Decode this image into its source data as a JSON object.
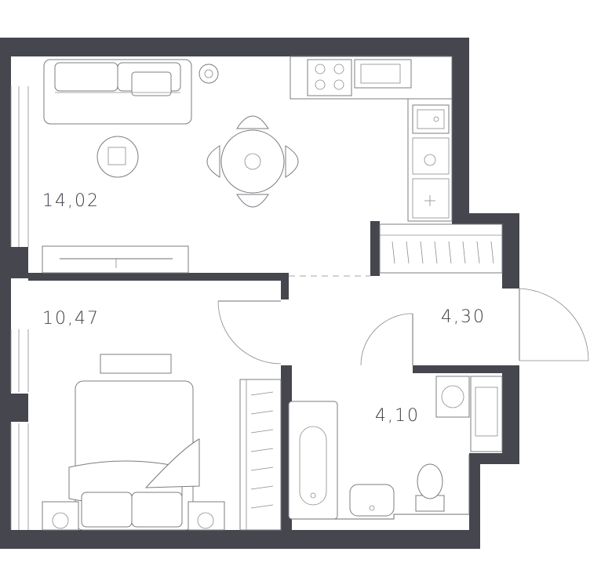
{
  "rooms": [
    {
      "id": "living-kitchen",
      "area": "14,02"
    },
    {
      "id": "bedroom",
      "area": "10,47"
    },
    {
      "id": "hallway",
      "area": "4,30"
    },
    {
      "id": "bathroom",
      "area": "4,10"
    }
  ],
  "colors": {
    "wall": "#45464e",
    "line": "#6e6f76"
  },
  "icons": [
    "sofa-icon",
    "armchair-icon",
    "dining-table-icon",
    "stove-icon",
    "microwave-icon",
    "sink-icon",
    "fridge-icon",
    "tv-unit-icon",
    "bed-icon",
    "bathtub-icon",
    "toilet-icon",
    "washing-machine-icon",
    "wardrobe-icon",
    "door-icon"
  ]
}
